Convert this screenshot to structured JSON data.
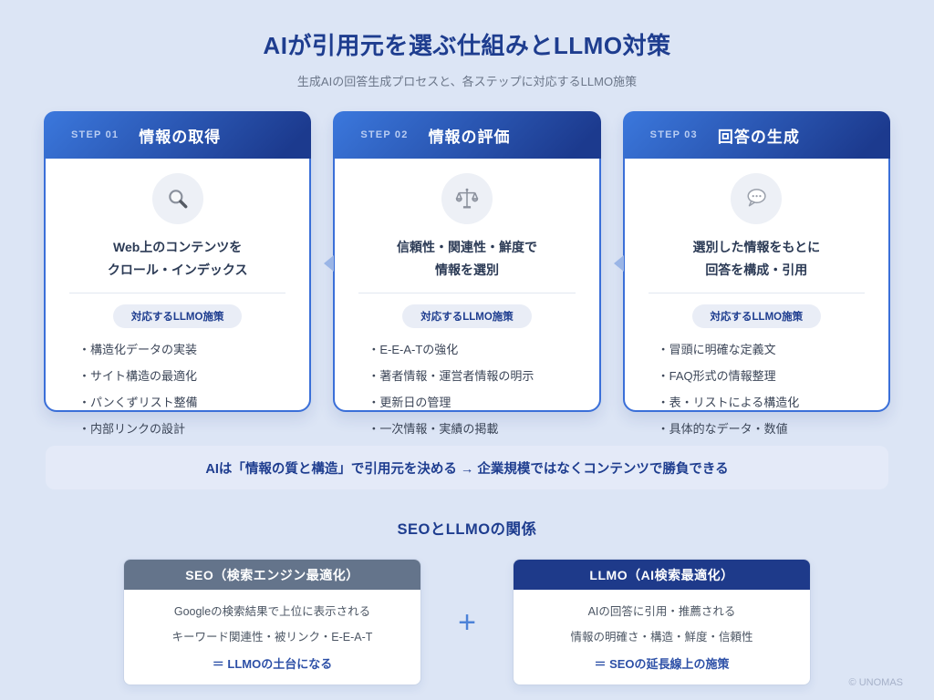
{
  "page": {
    "title": "AIが引用元を選ぶ仕組みとLLMO対策",
    "subtitle": "生成AIの回答生成プロセスと、各ステップに対応するLLMO施策",
    "copyright": "© UNOMAS"
  },
  "steps": [
    {
      "step_label": "STEP 01",
      "title": "情報の取得",
      "icon": "magnifier-icon",
      "desc1": "Web上のコンテンツを",
      "desc2": "クロール・インデックス",
      "pill": "対応するLLMO施策",
      "bullets": [
        "・構造化データの実装",
        "・サイト構造の最適化",
        "・パンくずリスト整備",
        "・内部リンクの設計"
      ]
    },
    {
      "step_label": "STEP 02",
      "title": "情報の評価",
      "icon": "scales-icon",
      "desc1": "信頼性・関連性・鮮度で",
      "desc2": "情報を選別",
      "pill": "対応するLLMO施策",
      "bullets": [
        "・E-E-A-Tの強化",
        "・著者情報・運営者情報の明示",
        "・更新日の管理",
        "・一次情報・実績の掲載"
      ]
    },
    {
      "step_label": "STEP 03",
      "title": "回答の生成",
      "icon": "speech-bubble-icon",
      "desc1": "選別した情報をもとに",
      "desc2": "回答を構成・引用",
      "pill": "対応するLLMO施策",
      "bullets": [
        "・冒頭に明確な定義文",
        "・FAQ形式の情報整理",
        "・表・リストによる構造化",
        "・具体的なデータ・数値"
      ]
    }
  ],
  "banner": {
    "text": "AIは「情報の質と構造」で引用元を決める → 企業規模ではなくコンテンツで勝負できる"
  },
  "relation": {
    "title": "SEOとLLMOの関係",
    "plus": "+",
    "seo": {
      "header": "SEO（検索エンジン最適化）",
      "line1": "Googleの検索結果で上位に表示される",
      "line2": "キーワード関連性・被リンク・E-E-A-T",
      "conclusion": "＝ LLMOの土台になる"
    },
    "llmo": {
      "header": "LLMO（AI検索最適化）",
      "line1": "AIの回答に引用・推薦される",
      "line2": "情報の明確さ・構造・鮮度・信頼性",
      "conclusion": "＝ SEOの延長線上の施策"
    }
  },
  "colors": {
    "page_background": "#dce5f5",
    "card_border": "#3a6fd8",
    "header_gradient_start": "#3b78dd",
    "header_gradient_end": "#1c3a8e",
    "accent_navy": "#1e3d8f",
    "seo_header": "#64748b",
    "llmo_header": "#1e3a8a",
    "banner_background": "#e4eaf8",
    "arrow_notch": "#9ab5e6"
  }
}
